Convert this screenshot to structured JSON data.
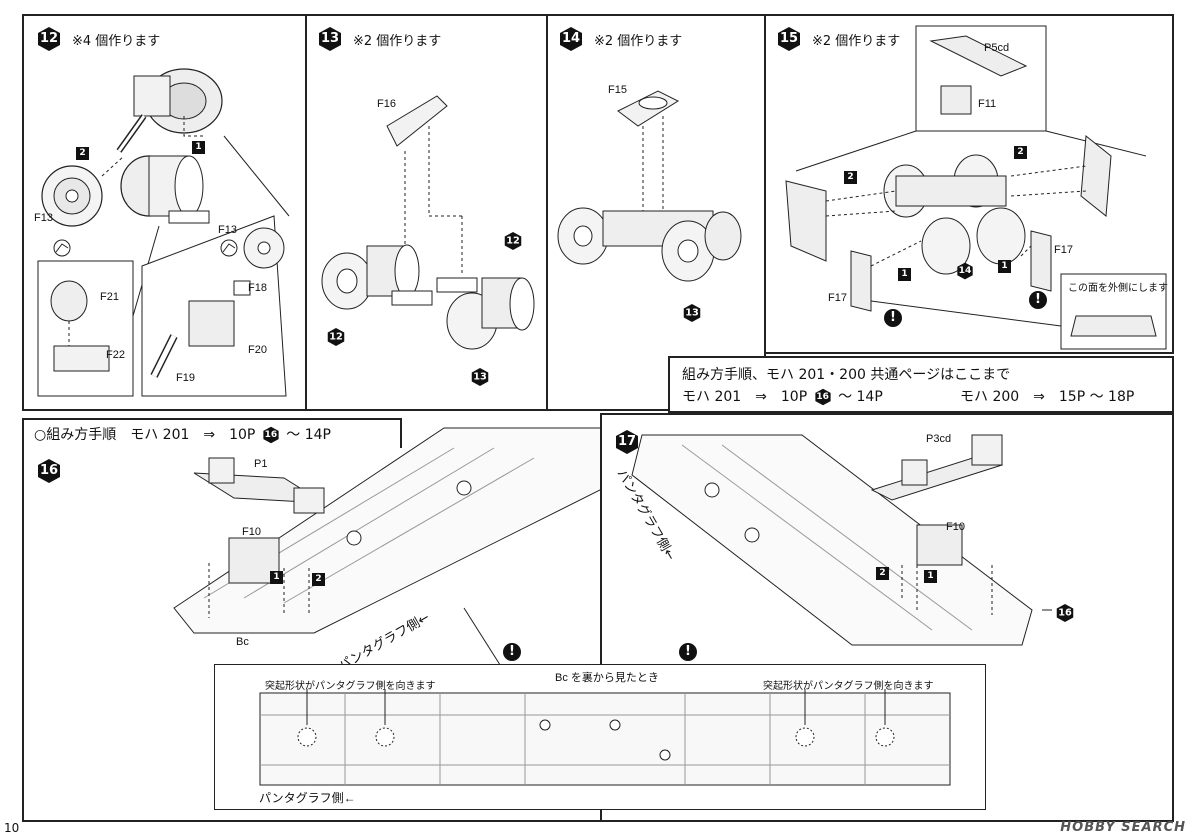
{
  "steps": {
    "s12": {
      "num": "12",
      "note": "※4 個作ります",
      "parts": [
        "F13",
        "F21",
        "F22",
        "F13",
        "F18",
        "F20",
        "F19"
      ],
      "sub": [
        "2",
        "1"
      ]
    },
    "s13": {
      "num": "13",
      "note": "※2 個作ります",
      "parts": [
        "F16"
      ],
      "refs": [
        "12",
        "12",
        "13"
      ]
    },
    "s14": {
      "num": "14",
      "note": "※2 個作ります",
      "parts": [
        "F15"
      ],
      "refs": [
        "13"
      ]
    },
    "s15": {
      "num": "15",
      "note": "※2 個作ります",
      "parts": [
        "P5cd",
        "F11",
        "F17",
        "F17"
      ],
      "sub": [
        "2",
        "2",
        "1",
        "1"
      ],
      "refs": [
        "14"
      ],
      "inset_note": "この面を外側にします"
    },
    "s16": {
      "num": "16",
      "parts": [
        "P1",
        "F10",
        "Bc"
      ],
      "sub": [
        "1",
        "2"
      ],
      "side_label": "パンタグラフ側←"
    },
    "s17": {
      "num": "17",
      "parts": [
        "P3cd",
        "F10"
      ],
      "sub": [
        "2",
        "1"
      ],
      "refs": [
        "16"
      ],
      "side_label": "パンタグラフ側←"
    }
  },
  "info_box": {
    "line1": "組み方手順、モハ 201・200 共通ページはここまで",
    "line2a": "モハ 201　⇒　10P",
    "line2a_hex": "16",
    "line2b": "～ 14P",
    "line2c": "モハ 200　⇒　15P ～ 18P"
  },
  "seq_box": {
    "prefix": "○組み方手順　モハ 201　⇒　10P",
    "hex": "16",
    "suffix": "～ 14P"
  },
  "bottom_detail": {
    "caption": "Bc を裏から見たとき",
    "left_note": "突起形状がパンタグラフ側を向きます",
    "right_note": "突起形状がパンタグラフ側を向きます",
    "side_label": "パンタグラフ側←"
  },
  "page_number": "10",
  "watermark": "HOBBY SEARCH",
  "icons": [
    "warning-icon",
    "hex-step-icon",
    "f13-mark-icon"
  ]
}
